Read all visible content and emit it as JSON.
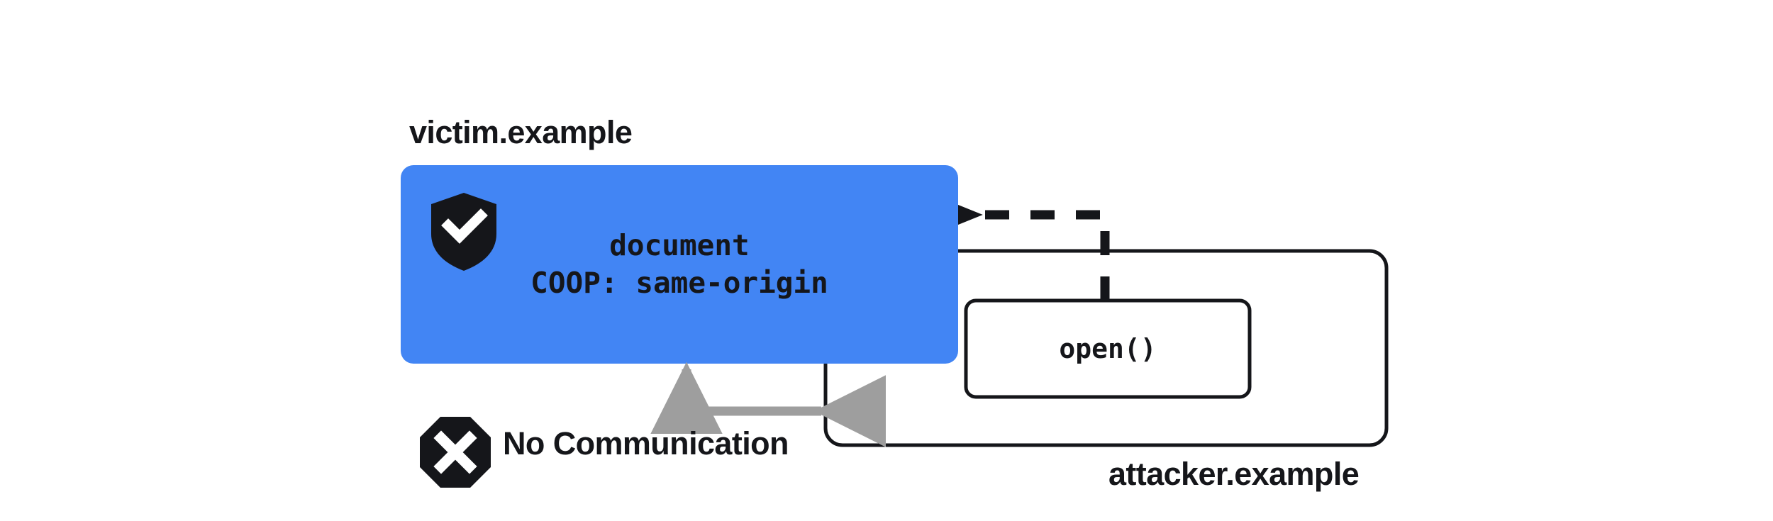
{
  "diagram": {
    "title_context": "Cross-Origin-Opener-Policy same-origin isolation",
    "background_color": "#ffffff",
    "ink_color": "#15161a",
    "accent_color": "#4285f4",
    "muted_arrow_color": "#9e9e9e"
  },
  "victim": {
    "origin_label": "victim.example",
    "document_box": {
      "fill": "#4285f4",
      "line1": "document",
      "line2": "COOP: same-origin"
    },
    "badge": {
      "icon": "shield-check-icon",
      "fill": "#15161a",
      "mark_color": "#ffffff"
    }
  },
  "attacker": {
    "origin_label": "attacker.example",
    "container": {
      "stroke": "#15161a",
      "fill": "#ffffff"
    },
    "open_box": {
      "label": "open()",
      "stroke": "#15161a",
      "fill": "#ffffff"
    }
  },
  "connectors": {
    "open_to_document": {
      "style": "dashed",
      "color": "#15161a",
      "arrowhead": "left",
      "semantic": "open() opens victim document"
    },
    "no_communication": {
      "style": "solid",
      "color": "#9e9e9e",
      "arrowhead": "both",
      "semantic": "blocked two-way communication"
    }
  },
  "annotation": {
    "no_communication_label": "No Communication",
    "icon": "octagon-x-icon",
    "icon_fill": "#15161a",
    "icon_mark_color": "#ffffff"
  }
}
